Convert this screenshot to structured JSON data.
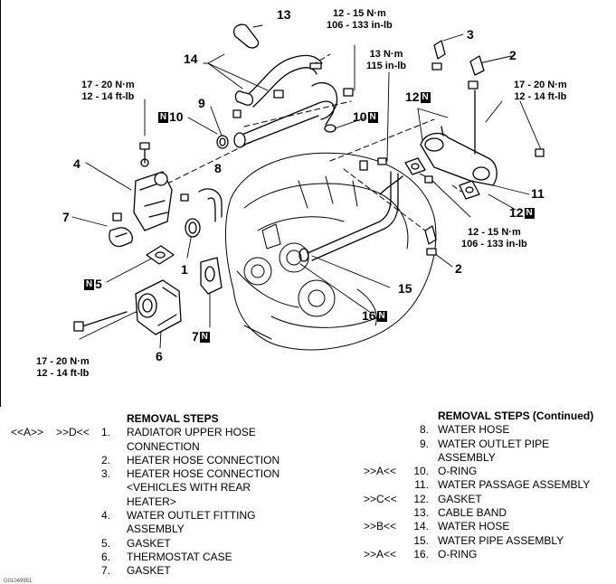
{
  "callouts": {
    "c13": "13",
    "c14": "14",
    "c9": "9",
    "c10a": "10",
    "c10b": "10",
    "c4": "4",
    "c8": "8",
    "c7": "7",
    "c5": "5",
    "c1": "1",
    "c6": "6",
    "c3": "3",
    "c2a": "2",
    "c2b": "2",
    "c12a": "12",
    "c12b": "12",
    "c11": "11",
    "c15": "15",
    "c16": "16",
    "c7b": "7"
  },
  "markers": {
    "n": "N"
  },
  "torques": {
    "t1": [
      "12 - 15 N·m",
      "106 - 133 in-lb"
    ],
    "t2": [
      "13 N·m",
      "115 in-lb"
    ],
    "t3": [
      "17 - 20 N·m",
      "12 - 14 ft-lb"
    ],
    "t4": [
      "17 - 20 N·m",
      "12 - 14 ft-lb"
    ],
    "t5": [
      "12 - 15 N·m",
      "106 - 133 in-lb"
    ],
    "t6": [
      "17 - 20 N·m",
      "12 - 14 ft-lb"
    ]
  },
  "removal_left": {
    "heading": "REMOVAL STEPS",
    "rows": [
      {
        "code1": "<<A>>",
        "code2": ">>D<<",
        "num": "1.",
        "text": "RADIATOR UPPER HOSE"
      },
      {
        "code1": "",
        "code2": "",
        "num": "",
        "text": "CONNECTION"
      },
      {
        "code1": "",
        "code2": "",
        "num": "2.",
        "text": "HEATER HOSE CONNECTION"
      },
      {
        "code1": "",
        "code2": "",
        "num": "3.",
        "text": "HEATER HOSE CONNECTION"
      },
      {
        "code1": "",
        "code2": "",
        "num": "",
        "text": "<VEHICLES WITH REAR"
      },
      {
        "code1": "",
        "code2": "",
        "num": "",
        "text": "HEATER>"
      },
      {
        "code1": "",
        "code2": "",
        "num": "4.",
        "text": "WATER OUTLET FITTING"
      },
      {
        "code1": "",
        "code2": "",
        "num": "",
        "text": "ASSEMBLY"
      },
      {
        "code1": "",
        "code2": "",
        "num": "5.",
        "text": "GASKET"
      },
      {
        "code1": "",
        "code2": "",
        "num": "6.",
        "text": "THERMOSTAT CASE"
      },
      {
        "code1": "",
        "code2": "",
        "num": "7.",
        "text": "GASKET"
      }
    ]
  },
  "removal_right": {
    "heading": "REMOVAL STEPS (Continued)",
    "rows": [
      {
        "code": "",
        "num": "8.",
        "text": "WATER HOSE"
      },
      {
        "code": "",
        "num": "9.",
        "text": "WATER OUTLET PIPE"
      },
      {
        "code": "",
        "num": "",
        "text": "ASSEMBLY"
      },
      {
        "code": ">>A<<",
        "num": "10.",
        "text": "O-RING"
      },
      {
        "code": "",
        "num": "11.",
        "text": "WATER PASSAGE ASSEMBLY"
      },
      {
        "code": ">>C<<",
        "num": "12.",
        "text": "GASKET"
      },
      {
        "code": "",
        "num": "13.",
        "text": "CABLE BAND"
      },
      {
        "code": ">>B<<",
        "num": "14.",
        "text": "WATER HOSE"
      },
      {
        "code": "",
        "num": "15.",
        "text": "WATER PIPE ASSEMBLY"
      },
      {
        "code": ">>A<<",
        "num": "16.",
        "text": "O-RING"
      }
    ]
  },
  "figure_id": "G01049951"
}
